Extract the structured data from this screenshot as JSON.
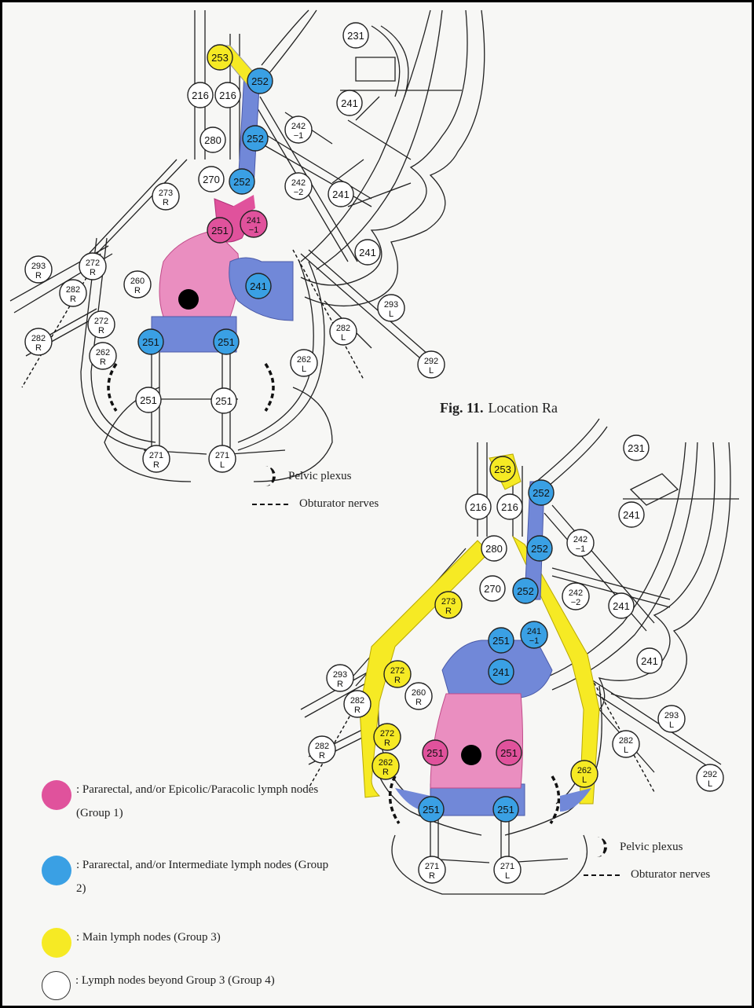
{
  "figure_caption": {
    "label": "Fig. 11.",
    "title": "Location Ra"
  },
  "key_top": {
    "pelvic_plexus": "Pelvic plexus",
    "obturator_nerves": "Obturator nerves"
  },
  "key_bottom": {
    "pelvic_plexus": "Pelvic plexus",
    "obturator_nerves": "Obturator nerves"
  },
  "legend": [
    {
      "color": "#e0529c",
      "text": ": Pararectal, and/or Epicolic/Paracolic lymph nodes (Group 1)"
    },
    {
      "color": "#3aa0e4",
      "text": ": Pararectal, and/or Intermediate lymph nodes (Group 2)"
    },
    {
      "color": "#f6ea24",
      "text": ": Main lymph nodes (Group 3)"
    },
    {
      "color": "#ffffff",
      "text": ": Lymph nodes beyond Group 3 (Group 4)"
    }
  ],
  "colors": {
    "group1": "#e0529c",
    "group2": "#3aa0e4",
    "group3": "#f6ea24",
    "group4": "#ffffff",
    "group1_area": "#ea8ec0",
    "group2_area": "#7188d8"
  },
  "diagram_top": {
    "nodes": [
      {
        "label": "253",
        "group": 3
      },
      {
        "label": "252",
        "group": 2
      },
      {
        "label": "252",
        "group": 2
      },
      {
        "label": "252",
        "group": 2
      },
      {
        "label": "251",
        "group": 1
      },
      {
        "label": "241",
        "sub": "−1",
        "group": 1
      },
      {
        "label": "241",
        "group": 2
      },
      {
        "label": "251",
        "group": 2
      },
      {
        "label": "251",
        "group": 2
      },
      {
        "label": "216",
        "group": 4
      },
      {
        "label": "216",
        "group": 4
      },
      {
        "label": "280",
        "group": 4
      },
      {
        "label": "270",
        "group": 4
      },
      {
        "label": "273",
        "sub": "R",
        "group": 4
      },
      {
        "label": "231",
        "group": 4
      },
      {
        "label": "241",
        "group": 4
      },
      {
        "label": "242",
        "sub": "−1",
        "group": 4
      },
      {
        "label": "242",
        "sub": "−2",
        "group": 4
      },
      {
        "label": "241",
        "group": 4
      },
      {
        "label": "241",
        "group": 4
      },
      {
        "label": "293",
        "sub": "R",
        "group": 4
      },
      {
        "label": "272",
        "sub": "R",
        "group": 4
      },
      {
        "label": "282",
        "sub": "R",
        "group": 4
      },
      {
        "label": "260",
        "sub": "R",
        "group": 4
      },
      {
        "label": "272",
        "sub": "R",
        "group": 4
      },
      {
        "label": "282",
        "sub": "R",
        "group": 4
      },
      {
        "label": "262",
        "sub": "R",
        "group": 4
      },
      {
        "label": "251",
        "group": 4
      },
      {
        "label": "251",
        "group": 4
      },
      {
        "label": "262",
        "sub": "L",
        "group": 4
      },
      {
        "label": "282",
        "sub": "L",
        "group": 4
      },
      {
        "label": "293",
        "sub": "L",
        "group": 4
      },
      {
        "label": "292",
        "sub": "L",
        "group": 4
      },
      {
        "label": "271",
        "sub": "R",
        "group": 4
      },
      {
        "label": "271",
        "sub": "L",
        "group": 4
      }
    ]
  },
  "diagram_bottom": {
    "nodes": [
      {
        "label": "253",
        "group": 3
      },
      {
        "label": "252",
        "group": 2
      },
      {
        "label": "252",
        "group": 2
      },
      {
        "label": "252",
        "group": 2
      },
      {
        "label": "251",
        "group": 2
      },
      {
        "label": "241",
        "sub": "−1",
        "group": 2
      },
      {
        "label": "241",
        "group": 2
      },
      {
        "label": "251",
        "group": 1
      },
      {
        "label": "251",
        "group": 1
      },
      {
        "label": "251",
        "group": 2
      },
      {
        "label": "251",
        "group": 2
      },
      {
        "label": "273",
        "sub": "R",
        "group": 3
      },
      {
        "label": "272",
        "sub": "R",
        "group": 3
      },
      {
        "label": "272",
        "sub": "R",
        "group": 3
      },
      {
        "label": "262",
        "sub": "R",
        "group": 3
      },
      {
        "label": "262",
        "sub": "L",
        "group": 3
      },
      {
        "label": "216",
        "group": 4
      },
      {
        "label": "216",
        "group": 4
      },
      {
        "label": "280",
        "group": 4
      },
      {
        "label": "270",
        "group": 4
      },
      {
        "label": "231",
        "group": 4
      },
      {
        "label": "241",
        "group": 4
      },
      {
        "label": "242",
        "sub": "−1",
        "group": 4
      },
      {
        "label": "242",
        "sub": "−2",
        "group": 4
      },
      {
        "label": "241",
        "group": 4
      },
      {
        "label": "241",
        "group": 4
      },
      {
        "label": "293",
        "sub": "R",
        "group": 4
      },
      {
        "label": "282",
        "sub": "R",
        "group": 4
      },
      {
        "label": "260",
        "sub": "R",
        "group": 4
      },
      {
        "label": "282",
        "sub": "R",
        "group": 4
      },
      {
        "label": "282",
        "sub": "L",
        "group": 4
      },
      {
        "label": "293",
        "sub": "L",
        "group": 4
      },
      {
        "label": "292",
        "sub": "L",
        "group": 4
      },
      {
        "label": "271",
        "sub": "R",
        "group": 4
      },
      {
        "label": "271",
        "sub": "L",
        "group": 4
      }
    ]
  }
}
